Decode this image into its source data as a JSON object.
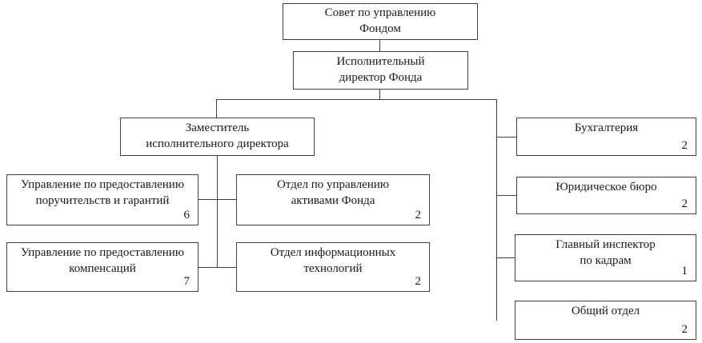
{
  "diagram": {
    "type": "org-chart",
    "colors": {
      "background": "#ffffff",
      "border": "#404040",
      "line": "#404040",
      "text": "#1a1a1a"
    },
    "nodes": {
      "board": {
        "label": "Совет по управлению\nФондом"
      },
      "director": {
        "label": "Исполнительный\nдиректор Фонда"
      },
      "deputy": {
        "label": "Заместитель\nисполнительного директора"
      },
      "guarantees": {
        "label": "Управление по предоставлению\nпоручительств и гарантий",
        "count": "6"
      },
      "assets": {
        "label": "Отдел по управлению\nактивами Фонда",
        "count": "2"
      },
      "compensation": {
        "label": "Управление по предоставлению\nкомпенсаций",
        "count": "7"
      },
      "it": {
        "label": "Отдел информационных\nтехнологий",
        "count": "2"
      },
      "accounting": {
        "label": "Бухгалтерия",
        "count": "2"
      },
      "legal": {
        "label": "Юридическое бюро",
        "count": "2"
      },
      "hr": {
        "label": "Главный инспектор\nпо кадрам",
        "count": "1"
      },
      "general": {
        "label": "Общий отдел",
        "count": "2"
      }
    }
  }
}
